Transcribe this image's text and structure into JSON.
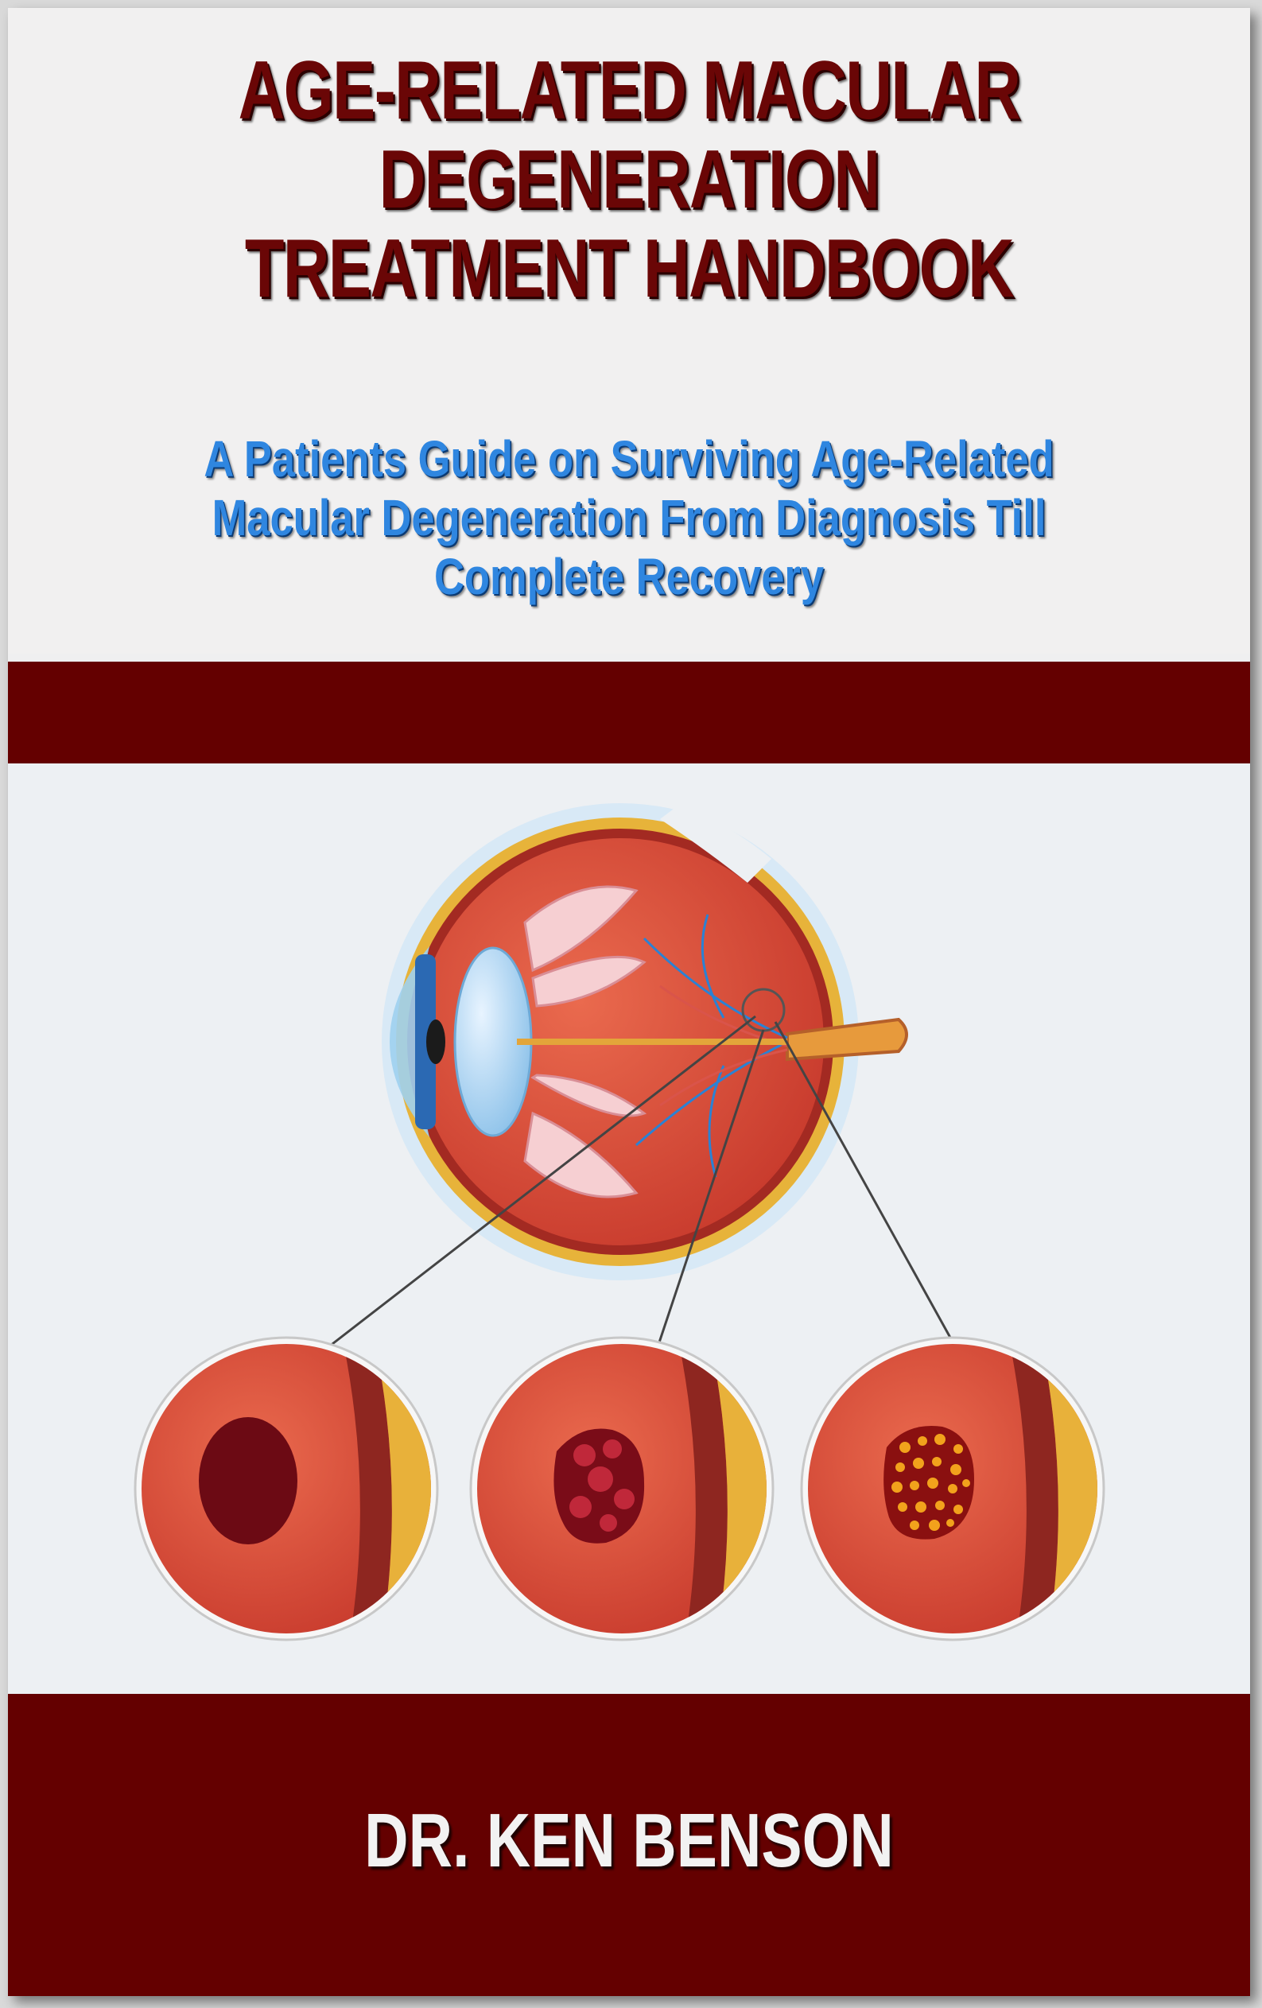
{
  "book": {
    "title": "AGE-RELATED MACULAR DEGENERATION TREATMENT HANDBOOK",
    "subtitle": "A Patients Guide on Surviving Age-Related Macular Degeneration From Diagnosis Till Complete Recovery",
    "author": "DR. KEN BENSON"
  },
  "colors": {
    "title": "#6a0606",
    "subtitle": "#2f86e0",
    "band": "#640000",
    "author": "#f2f2f2"
  },
  "illustration": {
    "eye_icon": "eye-cross-section-icon",
    "detail_icons": [
      "macula-early-stage-icon",
      "macula-intermediate-stage-icon",
      "macula-advanced-stage-icon"
    ]
  }
}
